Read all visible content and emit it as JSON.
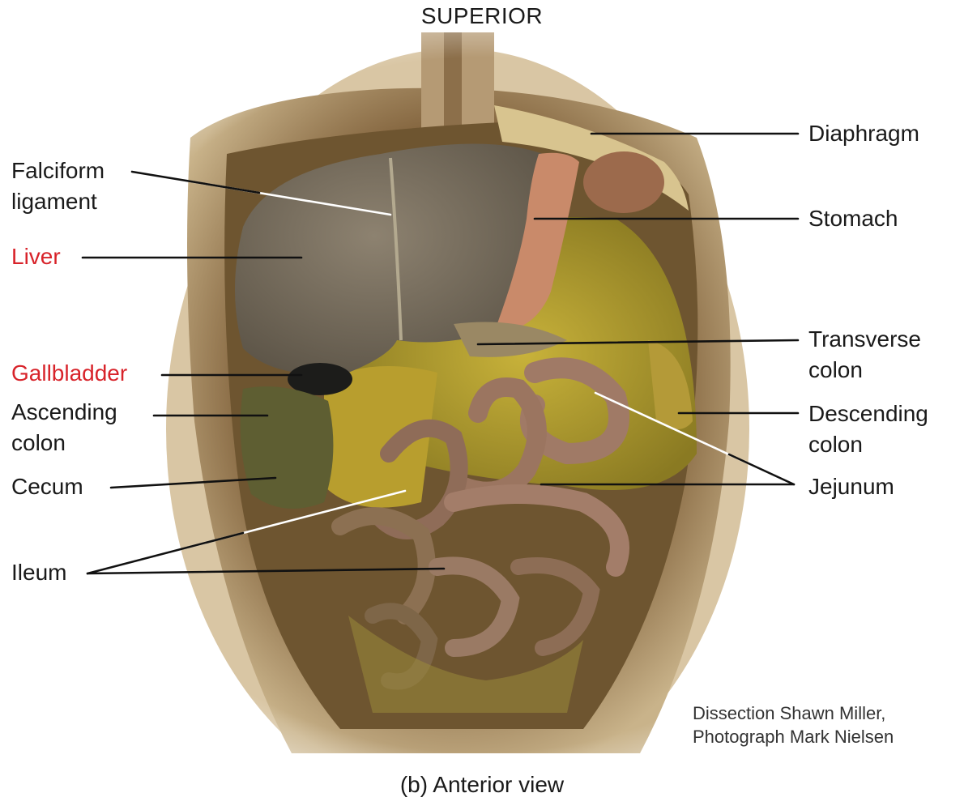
{
  "header": {
    "orientation": "SUPERIOR"
  },
  "labels": {
    "falciform": "Falciform\nligament",
    "liver": "Liver",
    "gallbladder": "Gallbladder",
    "ascending_colon": "Ascending\ncolon",
    "cecum": "Cecum",
    "ileum": "Ileum",
    "diaphragm": "Diaphragm",
    "stomach": "Stomach",
    "transverse_colon": "Transverse\ncolon",
    "descending_colon": "Descending\ncolon",
    "jejunum": "Jejunum"
  },
  "highlight_color": "#d8232a",
  "credit": {
    "line1": "Dissection Shawn Miller,",
    "line2": "Photograph Mark Nielsen"
  },
  "caption": "(b) Anterior view"
}
